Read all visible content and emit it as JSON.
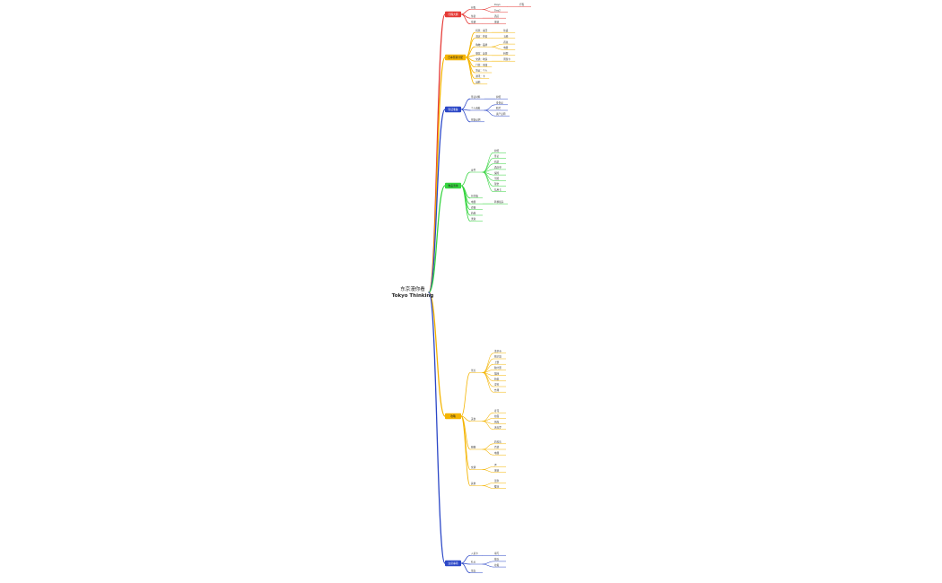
{
  "root": {
    "title_cn": "东京漫你看",
    "title_en": "Tokyo Thinking"
  },
  "colors": {
    "red": "#e53935",
    "yellow": "#f4b400",
    "blue": "#2b47c7",
    "green": "#35d43f"
  },
  "branches": [
    {
      "label": "行程大纲",
      "color": "#e53935",
      "children": [
        {
          "label": "行程",
          "children": [
            {
              "label": "Day1",
              "children": [
                {
                  "label": "行程"
                }
              ]
            },
            {
              "label": "Day2"
            }
          ]
        },
        {
          "label": "住宿",
          "children": [
            {
              "label": "酒店"
            }
          ]
        },
        {
          "label": "交通",
          "children": [
            {
              "label": "地铁"
            }
          ]
        }
      ]
    },
    {
      "label": "日本预算分配",
      "color": "#f4b400",
      "children": [
        {
          "label": "机票：来回",
          "children": [
            {
              "label": "往返"
            }
          ]
        },
        {
          "label": "酒店：住宿",
          "children": [
            {
              "label": "五晚"
            }
          ]
        },
        {
          "label": "购物：品牌",
          "children": [
            {
              "label": "药妆"
            },
            {
              "label": "电器"
            }
          ]
        },
        {
          "label": "餐饮：美食",
          "children": [
            {
              "label": "料理"
            }
          ]
        },
        {
          "label": "交通：地铁",
          "children": [
            {
              "label": "周游卡"
            }
          ]
        },
        {
          "label": "门票：乐园"
        },
        {
          "label": "签证：个人"
        },
        {
          "label": "通讯：卡"
        },
        {
          "label": "其他"
        }
      ]
    },
    {
      "label": "签证准备",
      "color": "#2b47c7",
      "children": [
        {
          "label": "签证材料",
          "children": [
            {
              "label": "护照"
            }
          ]
        },
        {
          "label": "个人资料",
          "children": [
            {
              "label": "身份证"
            },
            {
              "label": "照片"
            },
            {
              "label": "资产证明"
            }
          ]
        },
        {
          "label": "在职证明"
        }
      ]
    },
    {
      "label": "物品清单",
      "color": "#35d43f",
      "children": [
        {
          "label": "证件",
          "children": [
            {
              "label": "护照"
            },
            {
              "label": "签证"
            },
            {
              "label": "机票"
            },
            {
              "label": "酒店单"
            },
            {
              "label": "保险"
            },
            {
              "label": "驾照"
            },
            {
              "label": "现金"
            },
            {
              "label": "信用卡"
            }
          ]
        },
        {
          "label": "行李箱"
        },
        {
          "label": "电器",
          "children": [
            {
              "label": "转换插头"
            }
          ]
        },
        {
          "label": "衣物"
        },
        {
          "label": "药品"
        },
        {
          "label": "洗漱"
        }
      ]
    },
    {
      "label": "攻略",
      "color": "#f4b400",
      "children": [
        {
          "label": "景点",
          "children": [
            {
              "label": "浅草寺"
            },
            {
              "label": "晴空塔"
            },
            {
              "label": "上野"
            },
            {
              "label": "秋叶原"
            },
            {
              "label": "银座"
            },
            {
              "label": "新宿"
            },
            {
              "label": "涩谷"
            },
            {
              "label": "台场"
            }
          ]
        },
        {
          "label": "美食",
          "children": [
            {
              "label": "寿司"
            },
            {
              "label": "拉面"
            },
            {
              "label": "烤肉"
            },
            {
              "label": "天妇罗"
            }
          ]
        },
        {
          "label": "购物",
          "children": [
            {
              "label": "药妆店"
            },
            {
              "label": "百货"
            },
            {
              "label": "电器"
            }
          ]
        },
        {
          "label": "交通",
          "children": [
            {
              "label": "JR"
            },
            {
              "label": "地铁"
            }
          ]
        },
        {
          "label": "其他",
          "children": [
            {
              "label": "温泉"
            },
            {
              "label": "樱花"
            }
          ]
        }
      ]
    },
    {
      "label": "注意事项",
      "color": "#2b47c7",
      "children": [
        {
          "label": "入境卡",
          "children": [
            {
              "label": "填写"
            }
          ]
        },
        {
          "label": "礼仪",
          "children": [
            {
              "label": "排队"
            },
            {
              "label": "垃圾"
            }
          ]
        },
        {
          "label": "紧急"
        }
      ]
    }
  ]
}
